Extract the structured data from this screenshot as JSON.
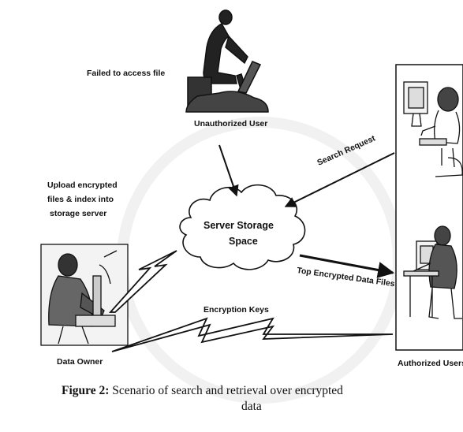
{
  "labels": {
    "failed_access": "Failed to access file",
    "unauthorized_user": "Unauthorized User",
    "upload_line1": "Upload encrypted",
    "upload_line2": "files & index into",
    "upload_line3": "storage server",
    "data_owner": "Data Owner",
    "cloud_line1": "Server Storage",
    "cloud_line2": "Space",
    "search_request": "Search Request",
    "top_files": "Top Encrypted Data Files",
    "encryption_keys": "Encryption Keys",
    "authorized_users": "Authorized Users"
  },
  "caption": {
    "label": "Figure 2:",
    "text_line1": " Scenario of search and retrieval over encrypted",
    "text_line2": "data"
  }
}
